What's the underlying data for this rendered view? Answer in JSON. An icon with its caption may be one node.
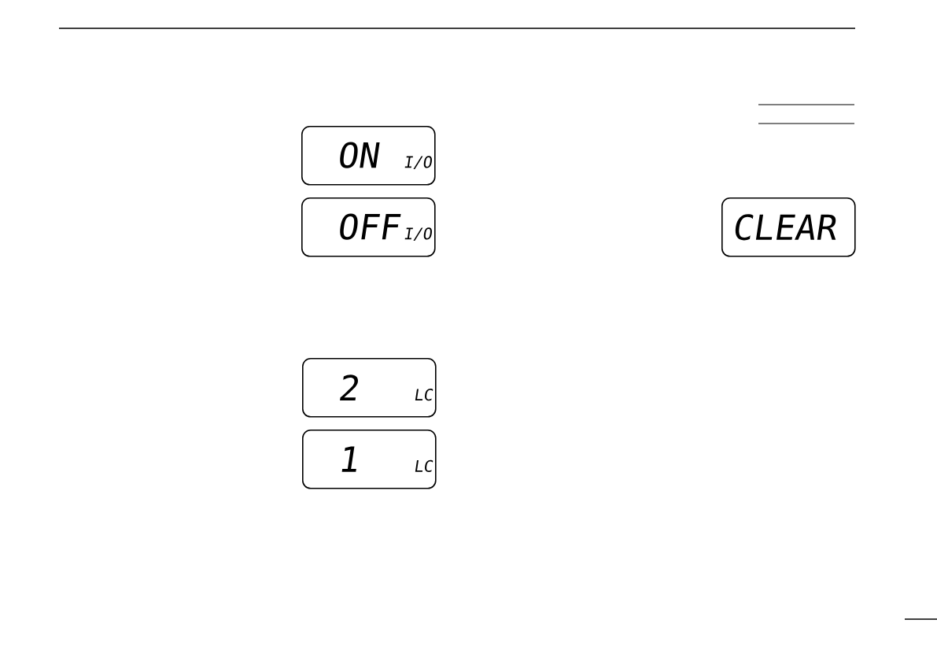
{
  "diagram": {
    "nodes": [
      {
        "text": [
          "ON",
          "I/O"
        ]
      },
      {
        "text": [
          "OFF",
          "I/O"
        ]
      },
      {
        "text": [
          "CLEAR"
        ]
      },
      {
        "text": [
          "2",
          "LC"
        ]
      },
      {
        "text": [
          "1",
          "LC"
        ]
      }
    ]
  }
}
